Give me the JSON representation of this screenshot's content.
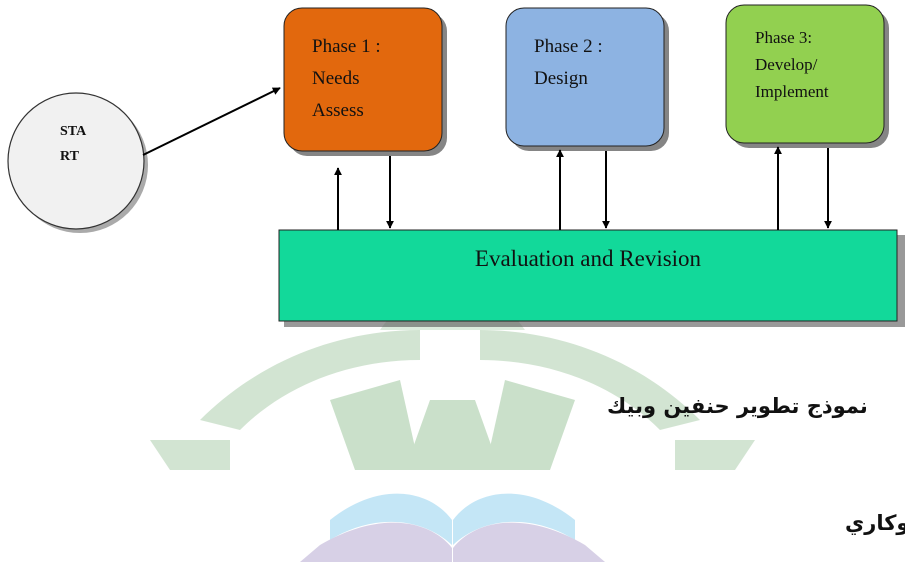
{
  "start": {
    "line1": "STA",
    "line2": "RT"
  },
  "phases": [
    {
      "line1": "Phase 1 :",
      "line2": "Needs",
      "line3": "Assess",
      "color": "#e2680d"
    },
    {
      "line1": "Phase 2 :",
      "line2": "Design",
      "color": "#8db3e2"
    },
    {
      "line1": "Phase 3:",
      "line2": "Develop/",
      "line3": "Implement",
      "color": "#92d050"
    }
  ],
  "evaluation": {
    "label": "Evaluation and Revision",
    "color": "#12d99a"
  },
  "captions": {
    "model_title": "نموذج تطوير حنفين وبيك",
    "section_heading": "هـ. نموذج تطوير ديك وكاري"
  },
  "colors": {
    "watermark_green": "#7fb47f",
    "watermark_blue": "#5ab8e6",
    "watermark_purple": "#8e7bb8"
  }
}
